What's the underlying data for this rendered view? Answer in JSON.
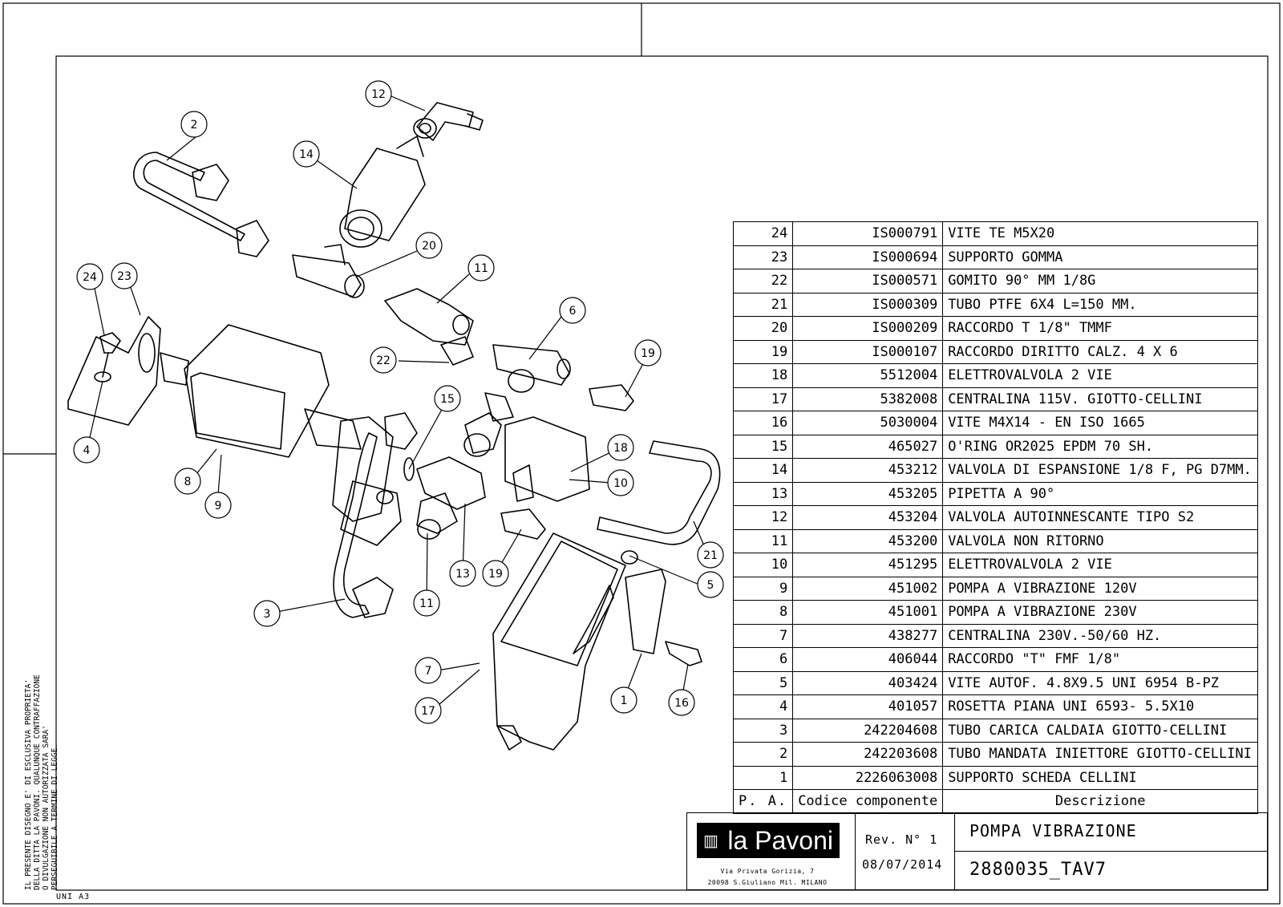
{
  "parts_list": {
    "rows": [
      {
        "pa": "24",
        "code": "IS000791",
        "desc": "VITE TE M5X20"
      },
      {
        "pa": "23",
        "code": "IS000694",
        "desc": "SUPPORTO GOMMA"
      },
      {
        "pa": "22",
        "code": "IS000571",
        "desc": "GOMITO 90° MM 1/8G"
      },
      {
        "pa": "21",
        "code": "IS000309",
        "desc": "TUBO PTFE 6X4 L=150 MM."
      },
      {
        "pa": "20",
        "code": "IS000209",
        "desc": "RACCORDO T 1/8\" TMMF"
      },
      {
        "pa": "19",
        "code": "IS000107",
        "desc": "RACCORDO DIRITTO CALZ. 4 X 6"
      },
      {
        "pa": "18",
        "code": "5512004",
        "desc": "ELETTROVALVOLA 2 VIE"
      },
      {
        "pa": "17",
        "code": "5382008",
        "desc": "CENTRALINA 115V. GIOTTO-CELLINI"
      },
      {
        "pa": "16",
        "code": "5030004",
        "desc": "VITE M4X14 - EN ISO 1665"
      },
      {
        "pa": "15",
        "code": "465027",
        "desc": "O'RING  OR2025 EPDM 70 SH."
      },
      {
        "pa": "14",
        "code": "453212",
        "desc": "VALVOLA DI ESPANSIONE 1/8 F, PG D7MM."
      },
      {
        "pa": "13",
        "code": "453205",
        "desc": "PIPETTA A 90°"
      },
      {
        "pa": "12",
        "code": "453204",
        "desc": "VALVOLA AUTOINNESCANTE TIPO S2"
      },
      {
        "pa": "11",
        "code": "453200",
        "desc": "VALVOLA NON RITORNO"
      },
      {
        "pa": "10",
        "code": "451295",
        "desc": "ELETTROVALVOLA 2 VIE"
      },
      {
        "pa": "9",
        "code": "451002",
        "desc": "POMPA A VIBRAZIONE 120V"
      },
      {
        "pa": "8",
        "code": "451001",
        "desc": "POMPA A VIBRAZIONE 230V"
      },
      {
        "pa": "7",
        "code": "438277",
        "desc": "CENTRALINA 230V.-50/60 HZ."
      },
      {
        "pa": "6",
        "code": "406044",
        "desc": "RACCORDO \"T\"  FMF 1/8\""
      },
      {
        "pa": "5",
        "code": "403424",
        "desc": "VITE AUTOF. 4.8X9.5 UNI 6954 B-PZ"
      },
      {
        "pa": "4",
        "code": "401057",
        "desc": "ROSETTA PIANA UNI 6593- 5.5X10"
      },
      {
        "pa": "3",
        "code": "242204608",
        "desc": "TUBO CARICA CALDAIA GIOTTO-CELLINI"
      },
      {
        "pa": "2",
        "code": "242203608",
        "desc": "TUBO MANDATA INIETTORE GIOTTO-CELLINI"
      },
      {
        "pa": "1",
        "code": "2226063008",
        "desc": "SUPPORTO SCHEDA CELLINI"
      }
    ],
    "header": {
      "pa": "P. A.",
      "code": "Codice componente",
      "desc": "Descrizione"
    }
  },
  "title_block": {
    "logo_text": "la Pavoni",
    "address_line1": "Via Privata Gorizia, 7",
    "address_line2": "20098 S.Giuliano Mil. MILANO",
    "revision": "Rev. N° 1",
    "date": "08/07/2014",
    "title": "POMPA VIBRAZIONE",
    "drawing_number": "2880035_TAV7"
  },
  "side_note": "IL PRESENTE DISEGNO E' DI ESCLUSIVA PROPRIETA'\nDELLA DITTA LA PAVONI. QUALUNQUE CONTRAFFAZIONE\nO DIVULGAZIONE NON AUTORIZZATA SARA'\nPERSEGUIBILE A TERMINE DI LEGGE.",
  "sheet_format": "UNI A3",
  "balloons": [
    "1",
    "2",
    "3",
    "4",
    "5",
    "6",
    "7",
    "8",
    "9",
    "10",
    "11",
    "11",
    "12",
    "13",
    "14",
    "15",
    "16",
    "17",
    "18",
    "19",
    "19",
    "20",
    "21",
    "22",
    "23",
    "24"
  ]
}
